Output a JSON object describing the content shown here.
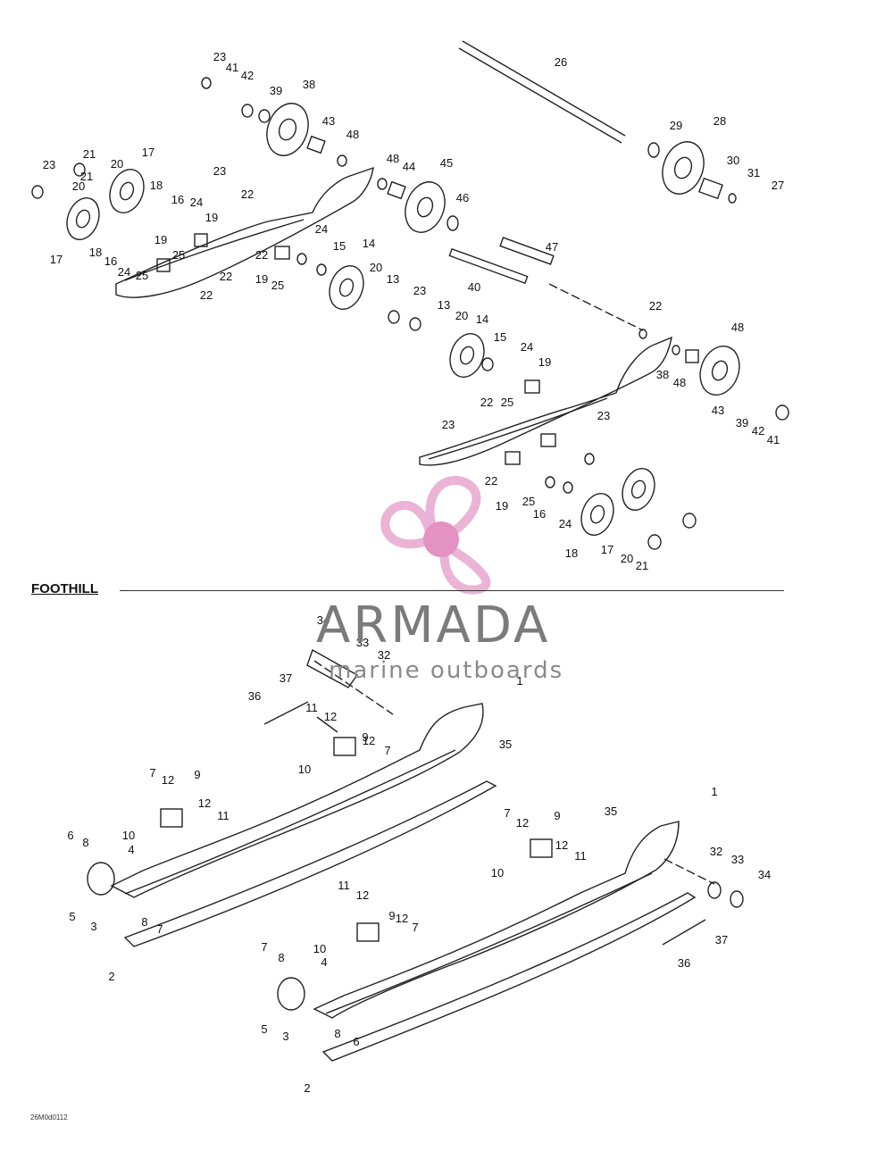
{
  "section_title": "FOOTHILL",
  "watermark": {
    "brand": "ARMADA",
    "tagline": "marine outboards"
  },
  "figure_code": "26M0d0112",
  "colors": {
    "line": "#222222",
    "logo_pink": "#e8a6cf",
    "logo_dot": "#e07fb7",
    "brand_gray": "#7b7b7b"
  },
  "labels": {
    "top": [
      "23",
      "41",
      "42",
      "39",
      "38",
      "43",
      "48",
      "26",
      "29",
      "28",
      "30",
      "31",
      "27",
      "23",
      "21",
      "20",
      "17",
      "18",
      "16",
      "24",
      "19",
      "21",
      "23",
      "20",
      "17",
      "18",
      "16",
      "24",
      "25",
      "19",
      "25",
      "22",
      "22",
      "22",
      "22",
      "19",
      "25",
      "24",
      "15",
      "14",
      "20",
      "13",
      "48",
      "44",
      "45",
      "46",
      "47",
      "40",
      "23",
      "13",
      "20",
      "14",
      "15",
      "24",
      "19",
      "22",
      "25",
      "22",
      "48",
      "38",
      "48",
      "43",
      "39",
      "42",
      "41",
      "23",
      "22",
      "19",
      "25",
      "16",
      "24",
      "18",
      "17",
      "20",
      "21",
      "23"
    ],
    "bottom": [
      "34",
      "33",
      "32",
      "37",
      "36",
      "1",
      "11",
      "12",
      "9",
      "35",
      "12",
      "7",
      "10",
      "7",
      "12",
      "9",
      "12",
      "11",
      "10",
      "4",
      "6",
      "8",
      "5",
      "3",
      "8",
      "7",
      "2",
      "1",
      "7",
      "12",
      "9",
      "35",
      "12",
      "11",
      "10",
      "32",
      "33",
      "34",
      "37",
      "36",
      "11",
      "12",
      "9",
      "12",
      "10",
      "7",
      "4",
      "7",
      "8",
      "5",
      "3",
      "8",
      "6",
      "2"
    ]
  }
}
